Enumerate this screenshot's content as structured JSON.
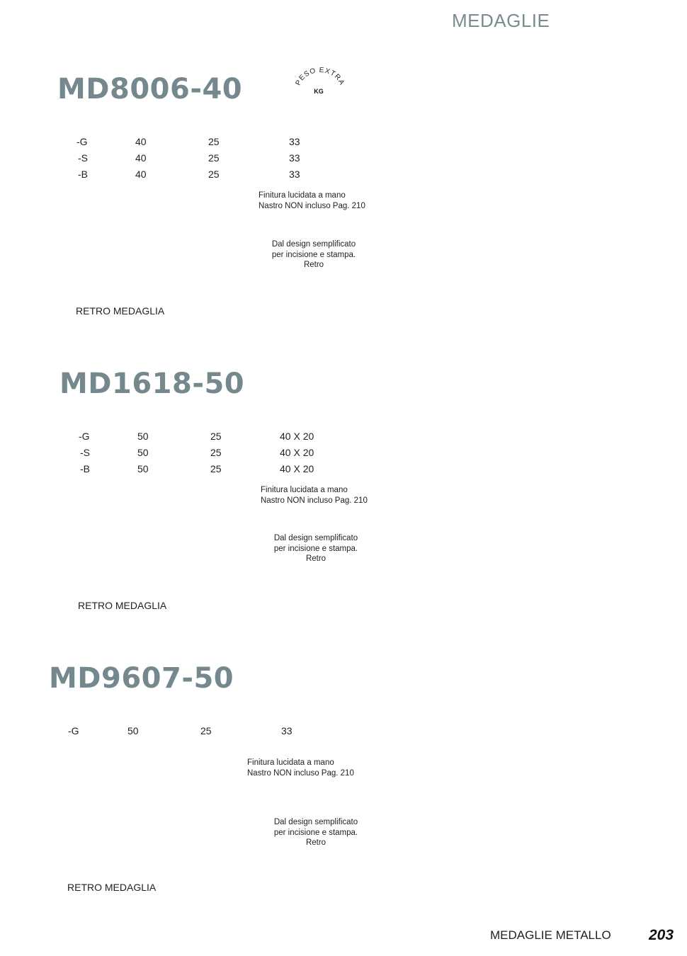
{
  "header": {
    "section": "MEDAGLIE"
  },
  "badge": {
    "arc_text": "PESO EXTRA",
    "unit": "KG"
  },
  "products": [
    {
      "code": "MD8006-40",
      "rows": [
        [
          "-G",
          "40",
          "25",
          "33"
        ],
        [
          "-S",
          "40",
          "25",
          "33"
        ],
        [
          "-B",
          "40",
          "25",
          "33"
        ]
      ],
      "finish": [
        "Finitura lucidata a mano",
        "Nastro NON incluso Pag. 210"
      ],
      "design": [
        "Dal design semplificato",
        "per incisione e stampa.",
        "Retro"
      ],
      "retro_label": "RETRO MEDAGLIA"
    },
    {
      "code": "MD1618-50",
      "rows": [
        [
          "-G",
          "50",
          "25",
          "40 X 20"
        ],
        [
          "-S",
          "50",
          "25",
          "40 X 20"
        ],
        [
          "-B",
          "50",
          "25",
          "40 X 20"
        ]
      ],
      "finish": [
        "Finitura lucidata a mano",
        "Nastro NON incluso Pag. 210"
      ],
      "design": [
        "Dal design semplificato",
        "per incisione e stampa.",
        "Retro"
      ],
      "retro_label": "RETRO MEDAGLIA"
    },
    {
      "code": "MD9607-50",
      "rows": [
        [
          "-G",
          "50",
          "25",
          "33"
        ]
      ],
      "finish": [
        "Finitura lucidata a mano",
        "Nastro NON incluso Pag. 210"
      ],
      "design": [
        "Dal design semplificato",
        "per incisione e stampa.",
        "Retro"
      ],
      "retro_label": "RETRO MEDAGLIA"
    }
  ],
  "footer": {
    "label": "MEDAGLIE METALLO",
    "page": "203"
  }
}
